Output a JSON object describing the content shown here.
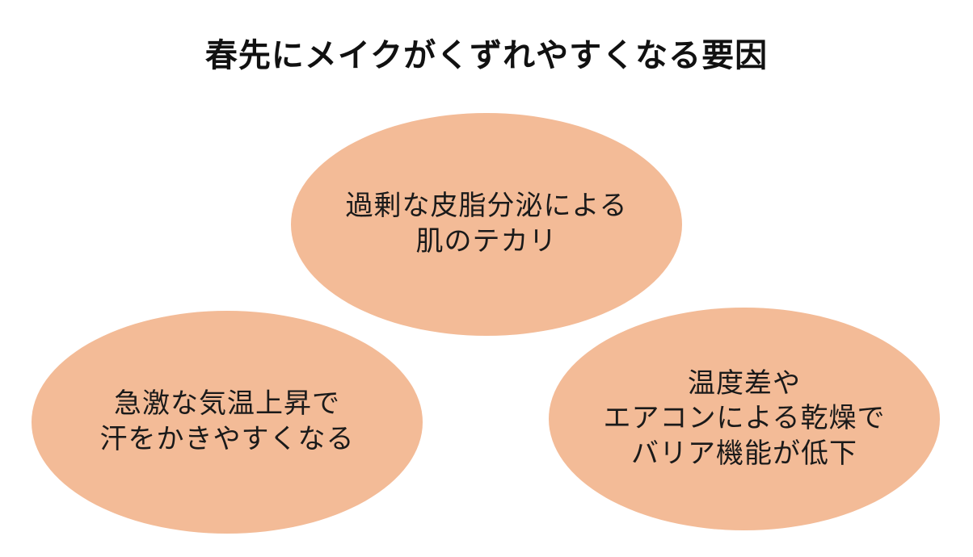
{
  "title": "春先にメイクがくずれやすくなる要因",
  "colors": {
    "bubble_fill": "#f3bb97",
    "text": "#1a1a1a",
    "background": "#ffffff"
  },
  "bubbles": {
    "top": {
      "lines": [
        "過剰な皮脂分泌による",
        "肌のテカリ"
      ]
    },
    "left": {
      "lines": [
        "急激な気温上昇で",
        "汗をかきやすくなる"
      ]
    },
    "right": {
      "lines": [
        "温度差や",
        "エアコンによる乾燥で",
        "バリア機能が低下"
      ]
    }
  }
}
